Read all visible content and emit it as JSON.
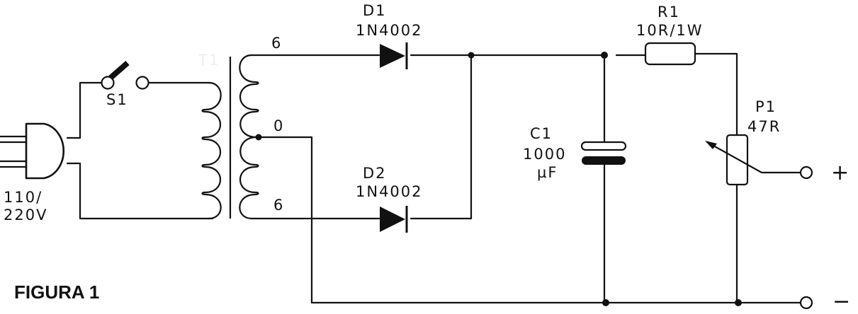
{
  "figure_title": "FIGURA 1",
  "mains": {
    "line1": "110/",
    "line2": "220V"
  },
  "switch": {
    "label": "S1"
  },
  "transformer": {
    "label": "T1",
    "tap_top": "6",
    "tap_center": "0",
    "tap_bottom": "6"
  },
  "d1": {
    "label": "D1",
    "part": "1N4002"
  },
  "d2": {
    "label": "D2",
    "part": "1N4002"
  },
  "c1": {
    "label": "C1",
    "value": "1000",
    "unit": "µF"
  },
  "r1": {
    "label": "R1",
    "value": "10R/1W"
  },
  "p1": {
    "label": "P1",
    "value": "47R"
  },
  "output": {
    "plus": "+",
    "minus": "−"
  }
}
